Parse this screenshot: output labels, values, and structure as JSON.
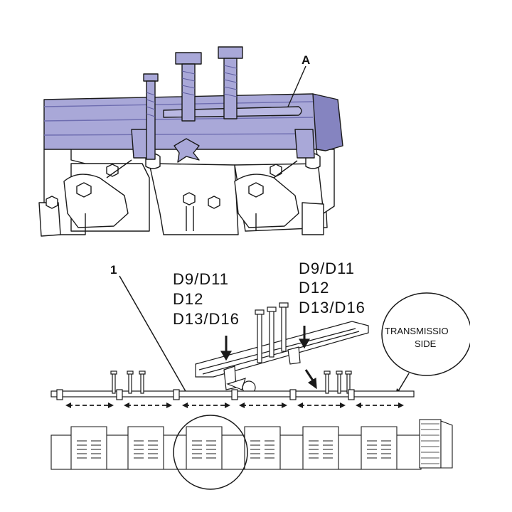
{
  "diagram": {
    "callout_a": "A",
    "callout_1": "1",
    "engine_labels_left": [
      "D9/D11",
      "D12",
      "D13/D16"
    ],
    "engine_labels_right": [
      "D9/D11",
      "D12",
      "D13/D16"
    ],
    "transmission_side": [
      "TRANSMISSIO",
      "SIDE"
    ],
    "colors": {
      "tool_fill": "#a9a8d8",
      "tool_dark": "#8584c0",
      "line": "#1a1a1a"
    }
  }
}
